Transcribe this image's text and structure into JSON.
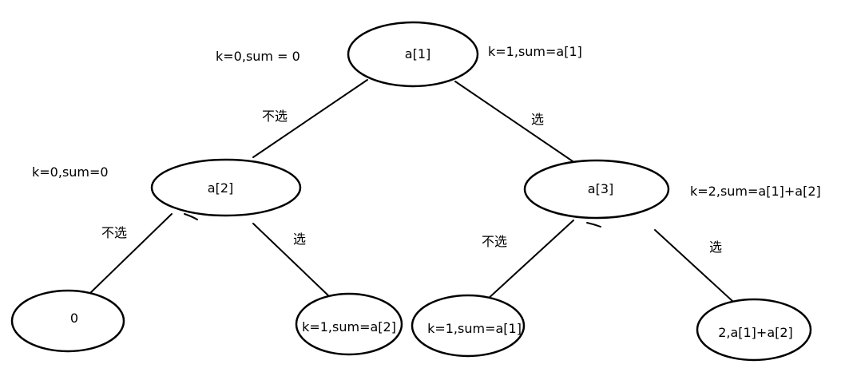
{
  "nodes": {
    "root": "a[1]",
    "left": "a[2]",
    "right": "a[3]",
    "left_left": "0",
    "left_right": "k=1,sum=a[2]",
    "right_left": "k=1,sum=a[1]",
    "right_right": "2,a[1]+a[2]"
  },
  "edges": {
    "root_left": "不选",
    "root_right": "选",
    "left_left": "不选",
    "left_right": "选",
    "right_left": "不选",
    "right_right": "选"
  },
  "annotations": {
    "root_left": "k=0,sum = 0",
    "root_right": "k=1,sum=a[1]",
    "left_node": "k=0,sum=0",
    "right_node": "k=2,sum=a[1]+a[2]"
  }
}
